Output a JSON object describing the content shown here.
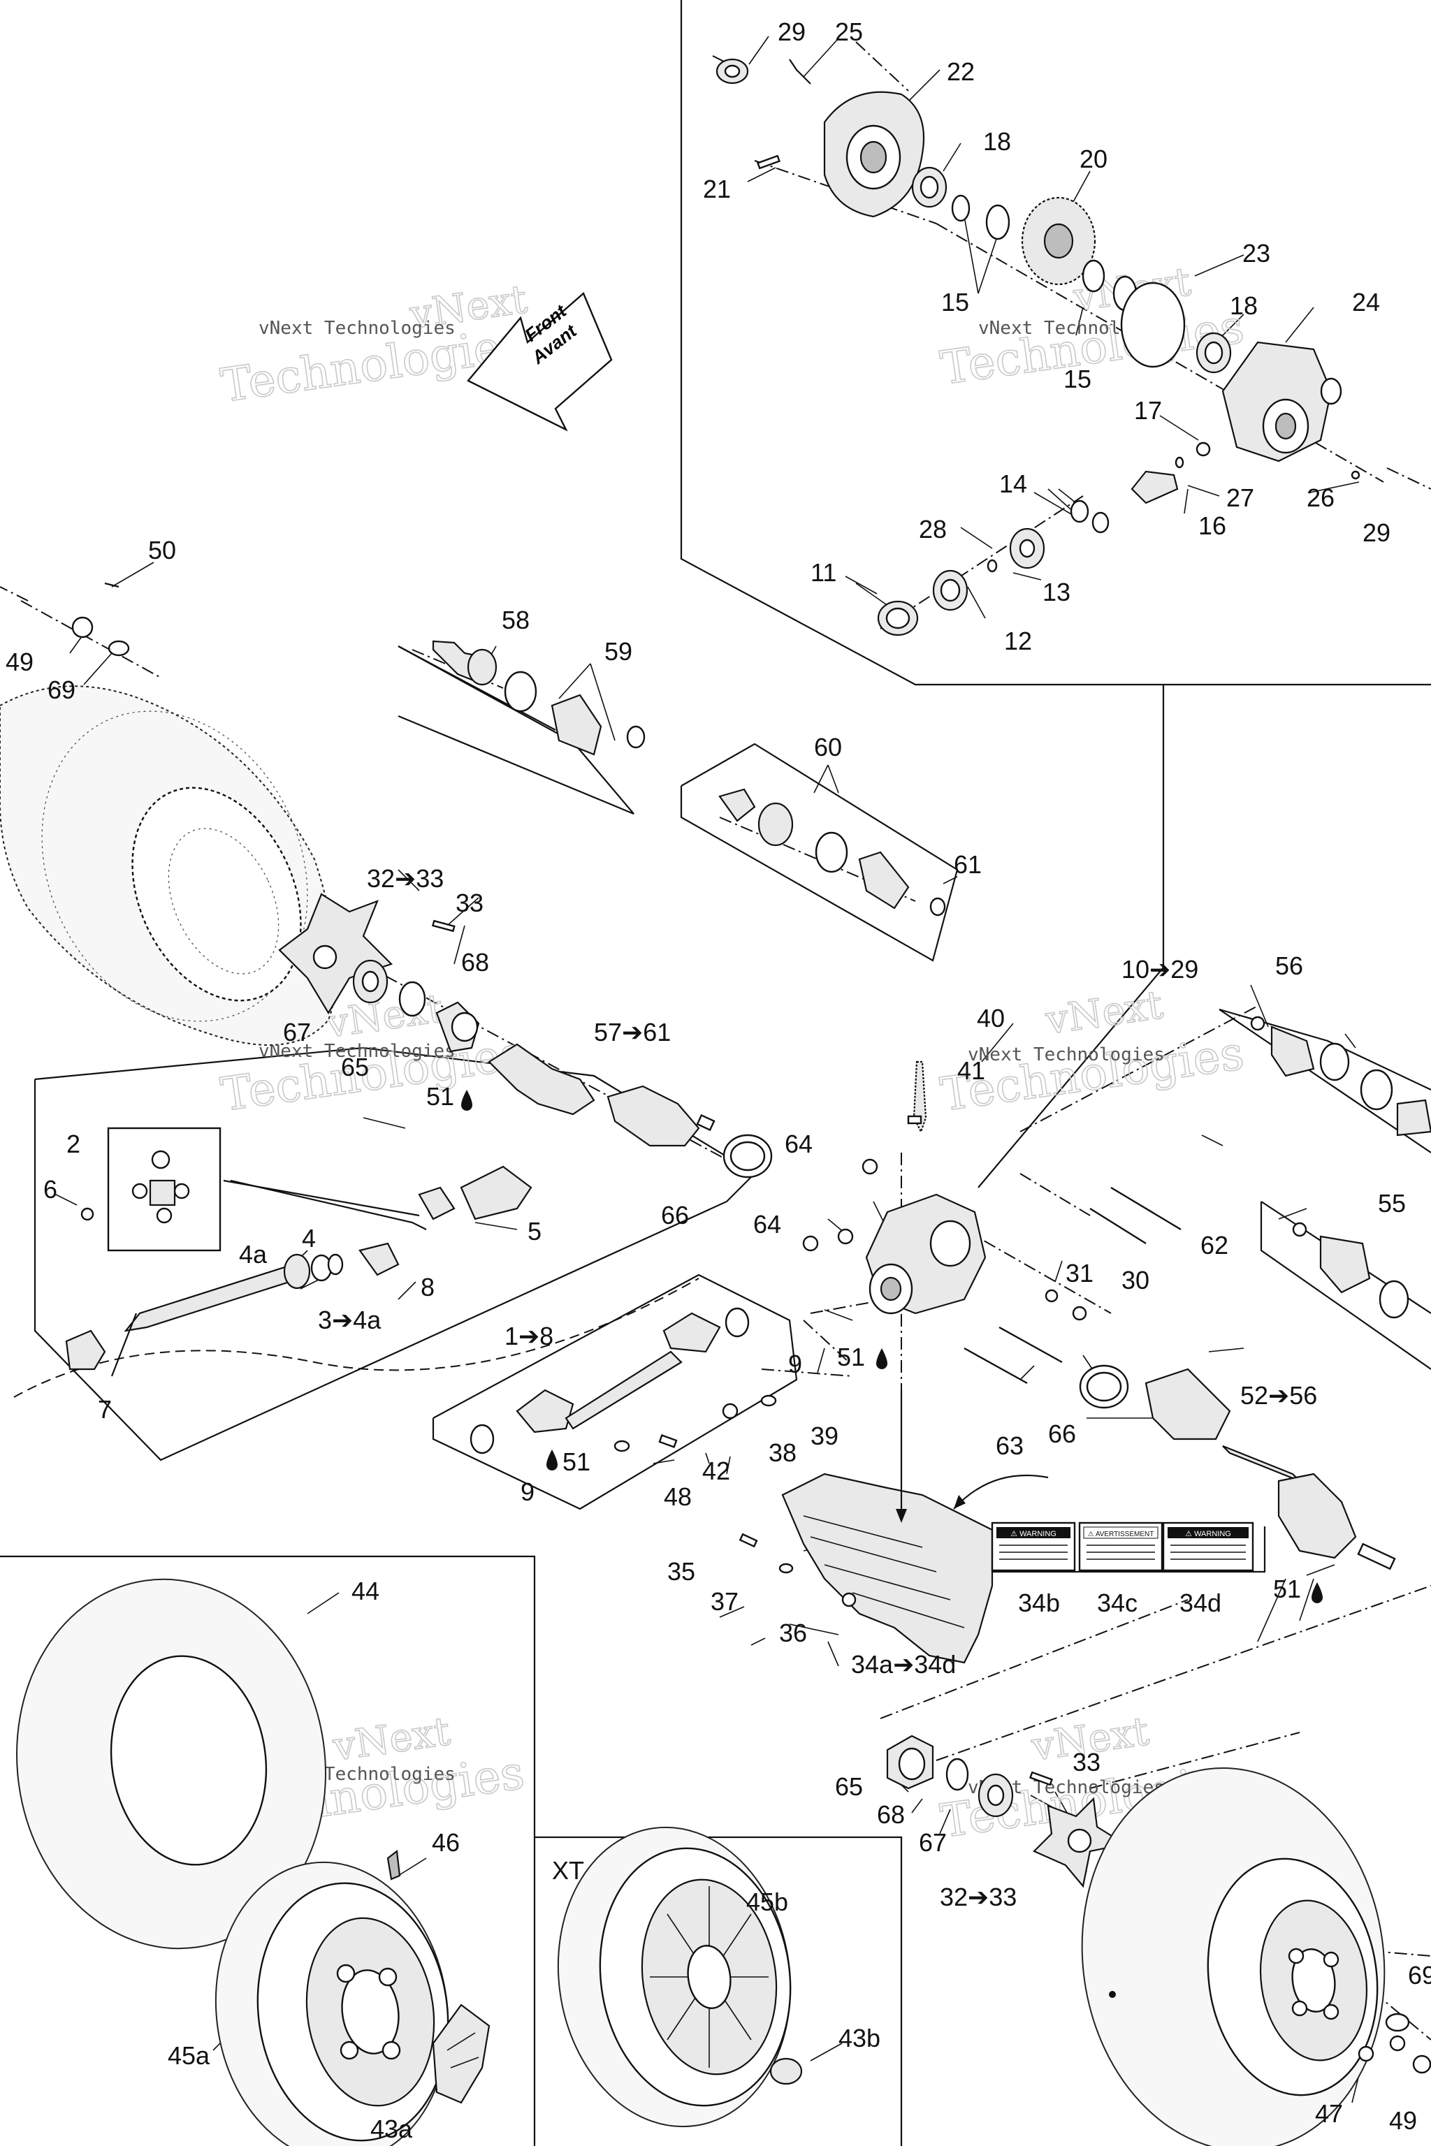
{
  "callouts": [
    {
      "id": "c29a",
      "text": "29"
    },
    {
      "id": "c25",
      "text": "25"
    },
    {
      "id": "c22",
      "text": "22"
    },
    {
      "id": "c18a",
      "text": "18"
    },
    {
      "id": "c21",
      "text": "21"
    },
    {
      "id": "c20",
      "text": "20"
    },
    {
      "id": "c15a",
      "text": "15"
    },
    {
      "id": "c23",
      "text": "23"
    },
    {
      "id": "c18b",
      "text": "18"
    },
    {
      "id": "c24",
      "text": "24"
    },
    {
      "id": "c15b",
      "text": "15"
    },
    {
      "id": "c17",
      "text": "17"
    },
    {
      "id": "c14",
      "text": "14"
    },
    {
      "id": "c27",
      "text": "27"
    },
    {
      "id": "c26",
      "text": "26"
    },
    {
      "id": "c16",
      "text": "16"
    },
    {
      "id": "c29b",
      "text": "29"
    },
    {
      "id": "c28",
      "text": "28"
    },
    {
      "id": "c11",
      "text": "11"
    },
    {
      "id": "c13",
      "text": "13"
    },
    {
      "id": "c12",
      "text": "12"
    },
    {
      "id": "c50",
      "text": "50"
    },
    {
      "id": "c49a",
      "text": "49"
    },
    {
      "id": "c69a",
      "text": "69"
    },
    {
      "id": "c58",
      "text": "58"
    },
    {
      "id": "c59",
      "text": "59"
    },
    {
      "id": "c60",
      "text": "60"
    },
    {
      "id": "c61",
      "text": "61"
    },
    {
      "id": "c32to33a",
      "text": "32➔33"
    },
    {
      "id": "c33a",
      "text": "33"
    },
    {
      "id": "c68a",
      "text": "68"
    },
    {
      "id": "c67a",
      "text": "67"
    },
    {
      "id": "c65a",
      "text": "65"
    },
    {
      "id": "c51a",
      "text": "51"
    },
    {
      "id": "c57to61",
      "text": "57➔61"
    },
    {
      "id": "c10to29",
      "text": "10➔29"
    },
    {
      "id": "c56",
      "text": "56"
    },
    {
      "id": "c40",
      "text": "40"
    },
    {
      "id": "c41",
      "text": "41"
    },
    {
      "id": "c2",
      "text": "2"
    },
    {
      "id": "c6",
      "text": "6"
    },
    {
      "id": "c64a",
      "text": "64"
    },
    {
      "id": "c66a",
      "text": "66"
    },
    {
      "id": "c64b",
      "text": "64"
    },
    {
      "id": "c5",
      "text": "5"
    },
    {
      "id": "c4",
      "text": "4"
    },
    {
      "id": "c4a",
      "text": "4a"
    },
    {
      "id": "c8",
      "text": "8"
    },
    {
      "id": "c3to4a",
      "text": "3➔4a"
    },
    {
      "id": "c62",
      "text": "62"
    },
    {
      "id": "c55",
      "text": "55"
    },
    {
      "id": "c31",
      "text": "31"
    },
    {
      "id": "c30",
      "text": "30"
    },
    {
      "id": "c1to8",
      "text": "1➔8"
    },
    {
      "id": "c9a",
      "text": "9"
    },
    {
      "id": "c51b",
      "text": "51"
    },
    {
      "id": "c7",
      "text": "7"
    },
    {
      "id": "c39",
      "text": "39"
    },
    {
      "id": "c66b",
      "text": "66"
    },
    {
      "id": "c52to56",
      "text": "52➔56"
    },
    {
      "id": "c63",
      "text": "63"
    },
    {
      "id": "c38",
      "text": "38"
    },
    {
      "id": "c9b",
      "text": "9"
    },
    {
      "id": "c51c",
      "text": "51"
    },
    {
      "id": "c42",
      "text": "42"
    },
    {
      "id": "c48",
      "text": "48"
    },
    {
      "id": "c35",
      "text": "35"
    },
    {
      "id": "c37",
      "text": "37"
    },
    {
      "id": "c34b",
      "text": "34b"
    },
    {
      "id": "c34c",
      "text": "34c"
    },
    {
      "id": "c34d",
      "text": "34d"
    },
    {
      "id": "c51d",
      "text": "51"
    },
    {
      "id": "c36",
      "text": "36"
    },
    {
      "id": "c34ato34d",
      "text": "34a➔34d"
    },
    {
      "id": "c44",
      "text": "44"
    },
    {
      "id": "c33b",
      "text": "33"
    },
    {
      "id": "c65b",
      "text": "65"
    },
    {
      "id": "c68b",
      "text": "68"
    },
    {
      "id": "c67b",
      "text": "67"
    },
    {
      "id": "c32to33b",
      "text": "32➔33"
    },
    {
      "id": "c46",
      "text": "46"
    },
    {
      "id": "c45b",
      "text": "45b"
    },
    {
      "id": "c45a",
      "text": "45a"
    },
    {
      "id": "c43a",
      "text": "43a"
    },
    {
      "id": "c43b",
      "text": "43b"
    },
    {
      "id": "c69b",
      "text": "69"
    },
    {
      "id": "c47",
      "text": "47"
    },
    {
      "id": "c49b",
      "text": "49"
    }
  ],
  "direction_arrow": {
    "line1": "Front",
    "line2": "Avant"
  },
  "variant_label": "XT",
  "watermark": {
    "line1": "vNext",
    "line2": "Technologies",
    "small": "vNext Technologies"
  },
  "warning_labels": [
    {
      "id": "34b",
      "header": "⚠ WARNING"
    },
    {
      "id": "34c",
      "header": "⚠ AVERTISSEMENT"
    },
    {
      "id": "34d",
      "header": "⚠ WARNING"
    }
  ],
  "colors": {
    "line": "#111111",
    "watermark": "#c9c9c9",
    "background": "#ffffff"
  }
}
